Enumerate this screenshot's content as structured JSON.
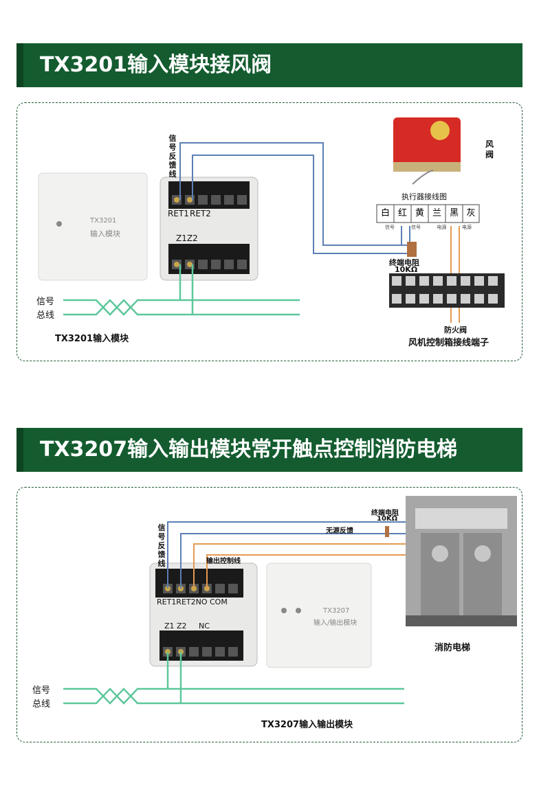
{
  "section1": {
    "title": "TX3201输入模块接风阀",
    "feedback_label": "信号反馈线",
    "terminal_ret1": "RET1",
    "terminal_ret2": "RET2",
    "terminal_z1z2": "Z1Z2",
    "bus_label_1": "信号",
    "bus_label_2": "总线",
    "module_caption": "TX3201输入模块",
    "module_face_text": "TX3201",
    "module_face_name": "输入模块",
    "damper_label": "风阀",
    "actuator_title": "执行器接线图",
    "actuator_terminals": [
      "白",
      "红",
      "黄",
      "兰",
      "黑",
      "灰"
    ],
    "actuator_sublabels": [
      "信号",
      "信号",
      "电源",
      "电源"
    ],
    "resistor_label_1": "终端电阻",
    "resistor_label_2": "10KΩ",
    "fire_damper_label": "防火阀",
    "fan_box_caption": "风机控制箱接线端子"
  },
  "section2": {
    "title": "TX3207输入输出模块常开触点控制消防电梯",
    "feedback_label": "信号反馈线",
    "terminal_row": "RET1RET2NO COM",
    "terminal_z1": "Z1",
    "terminal_z2": "Z2",
    "terminal_nc": "NC",
    "resistor_label_1": "终端电阻",
    "resistor_label_2": "10KΩ",
    "passive_feedback": "无源反馈",
    "output_control": "输出控制线",
    "bus_label_1": "信号",
    "bus_label_2": "总线",
    "module_caption": "TX3207输入输出模块",
    "module_face_text": "TX3207",
    "module_face_name": "输入/输出模块",
    "elevator_label": "消防电梯"
  },
  "colors": {
    "banner": "#145c2f",
    "signal_wire": "#5b7fb5",
    "bus_wire": "#5cc79a",
    "control_wire": "#e59a50",
    "panel_border": "#1d5a33"
  }
}
